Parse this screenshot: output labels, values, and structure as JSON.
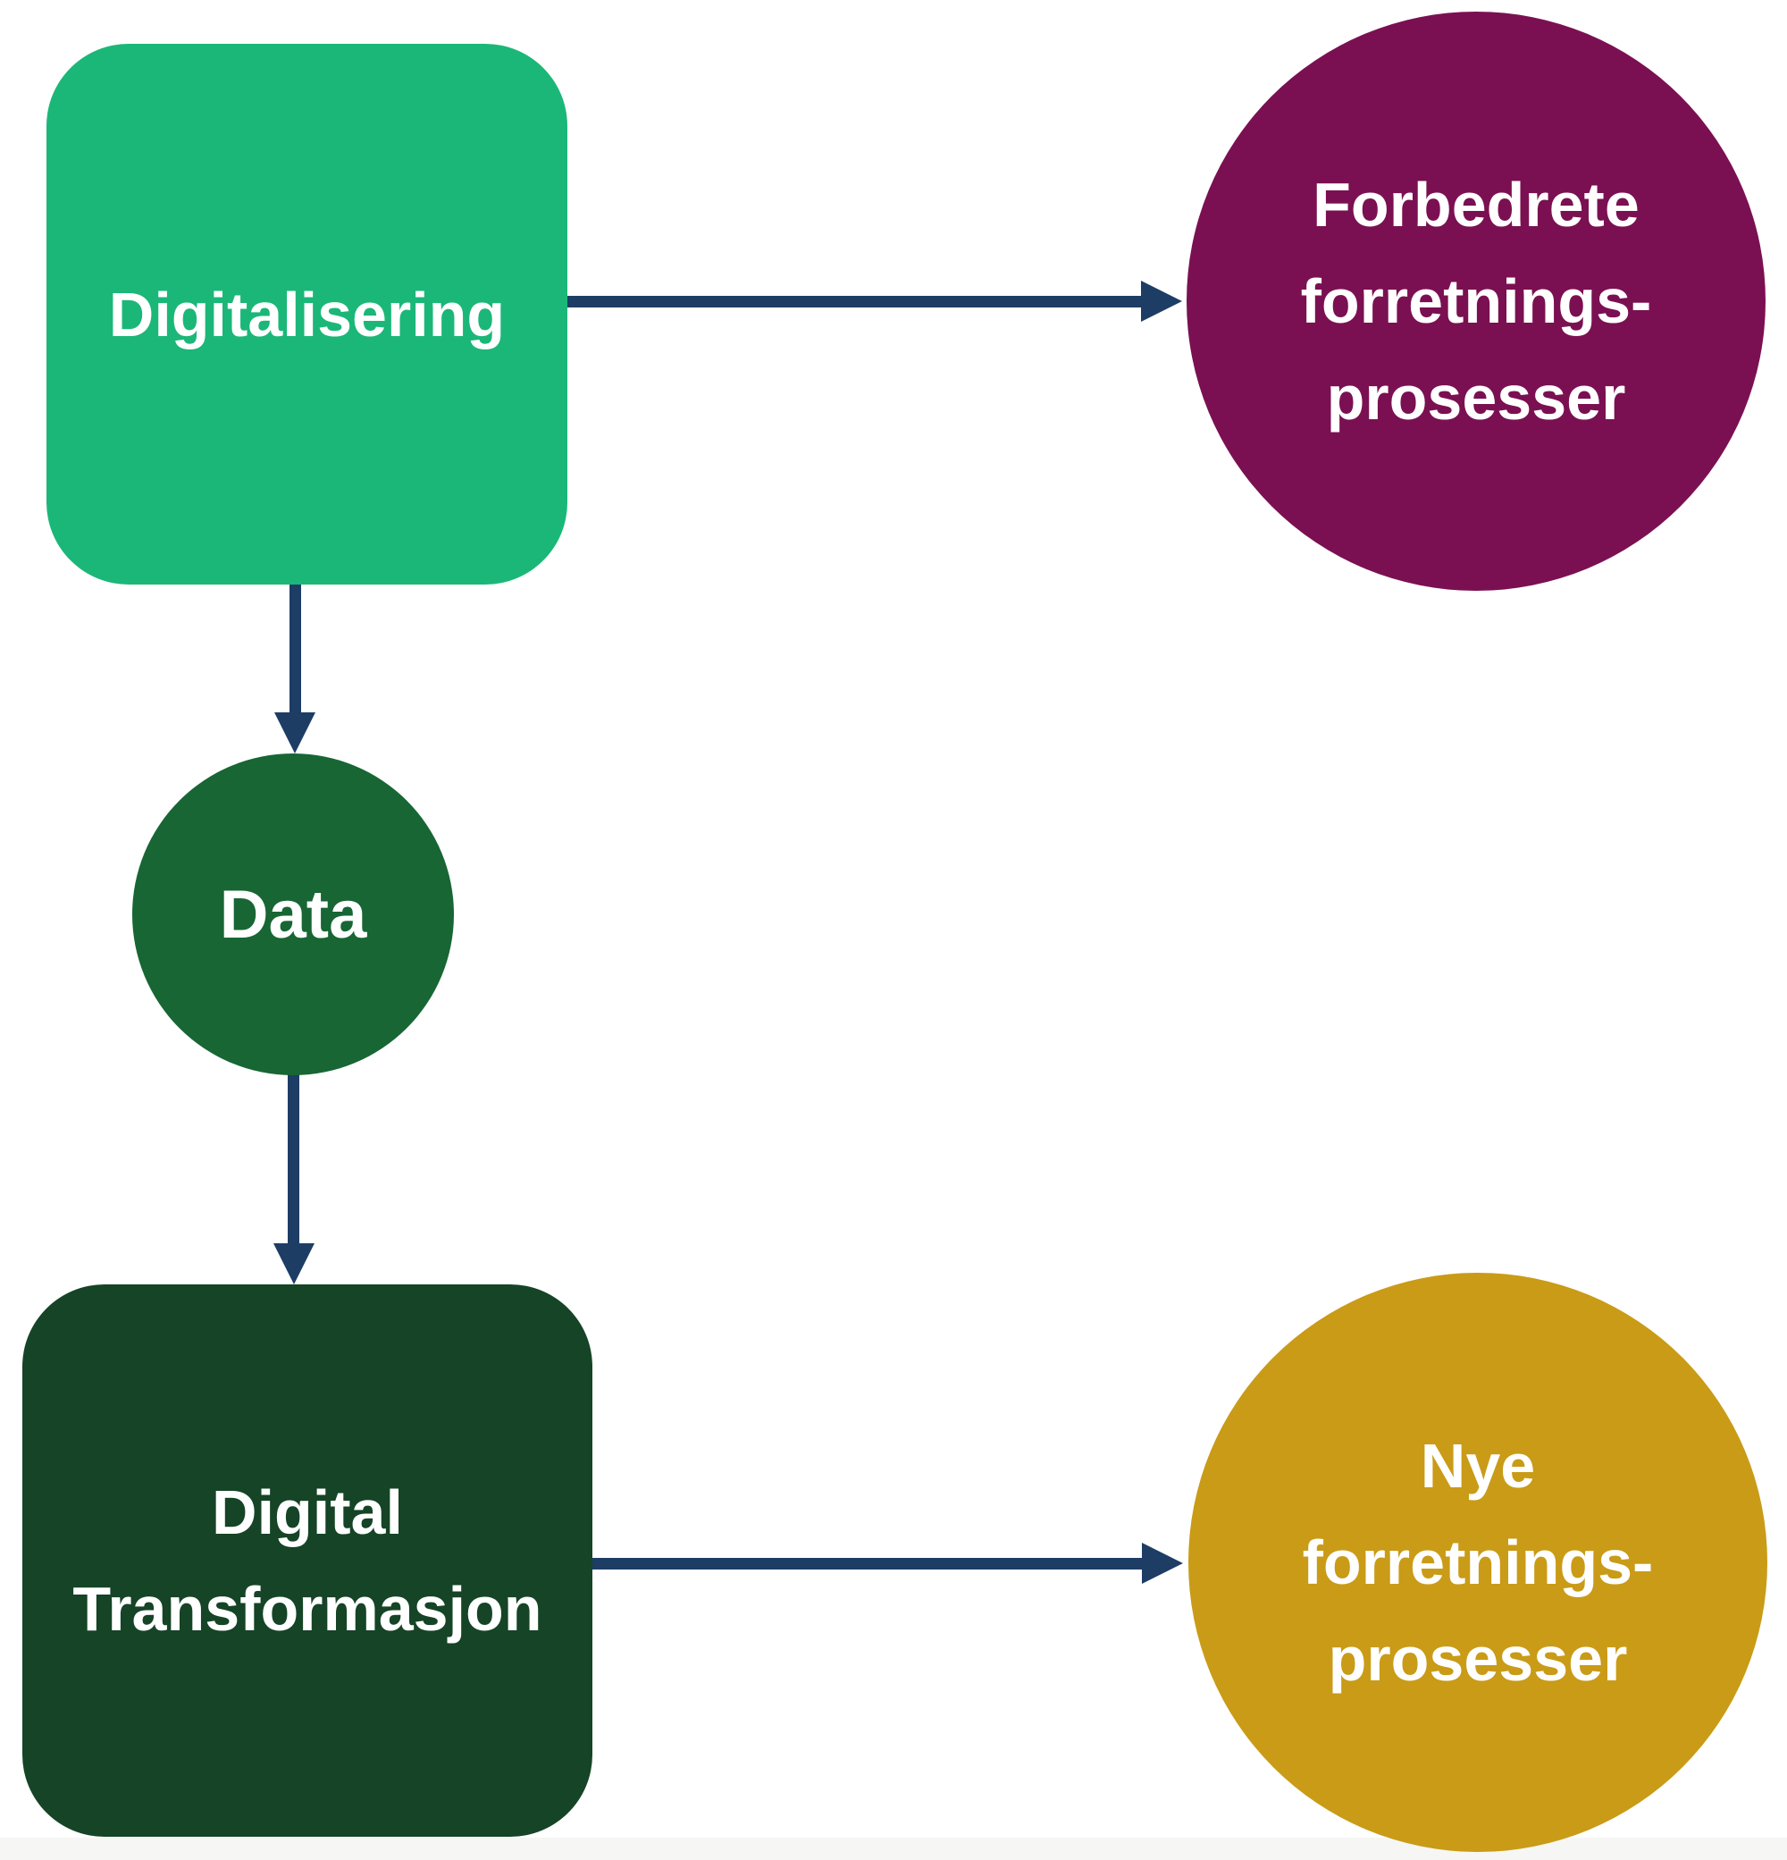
{
  "colors": {
    "green": "#1BB778",
    "dark_green": "#176634",
    "darkest_green": "#154426",
    "purple": "#7A1052",
    "gold": "#C99B17",
    "arrow": "#1D3D65",
    "label_text": "#FFFFFF",
    "background": "#FFFFFF",
    "footer_strip": "#F6F6F4"
  },
  "diagram": {
    "nodes": {
      "digitalisering": {
        "label": "Digitalisering",
        "shape": "rounded-square",
        "color": "#1BB778"
      },
      "forbedrete_forretningsprosesser": {
        "line1": "Forbedrete",
        "line2": "forretnings-",
        "line3": "prosesser",
        "shape": "circle",
        "color": "#7A1052"
      },
      "data": {
        "label": "Data",
        "shape": "circle",
        "color": "#176634"
      },
      "digital_transformasjon": {
        "line1": "Digital",
        "line2": "Transformasjon",
        "shape": "rounded-square",
        "color": "#154426"
      },
      "nye_forretningsprosesser": {
        "line1": "Nye",
        "line2": "forretnings-",
        "line3": "prosesser",
        "shape": "circle",
        "color": "#C99B17"
      }
    },
    "edges": [
      {
        "from": "digitalisering",
        "to": "forbedrete_forretningsprosesser",
        "direction": "right"
      },
      {
        "from": "digitalisering",
        "to": "data",
        "direction": "down"
      },
      {
        "from": "data",
        "to": "digital_transformasjon",
        "direction": "down"
      },
      {
        "from": "digital_transformasjon",
        "to": "nye_forretningsprosesser",
        "direction": "right"
      }
    ]
  }
}
